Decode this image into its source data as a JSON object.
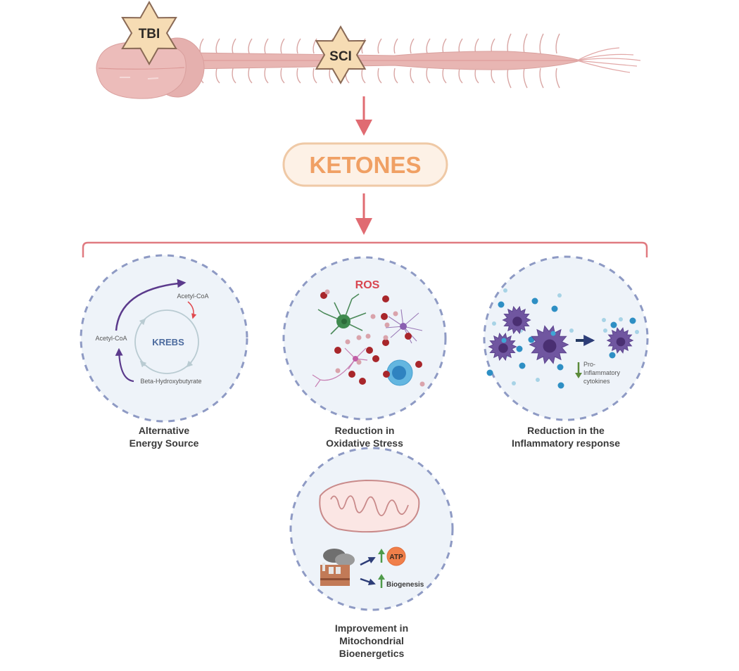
{
  "injury_sites": {
    "tbi": "TBI",
    "sci": "SCI"
  },
  "central_node": {
    "label": "KETONES"
  },
  "colors": {
    "tissue_pink": "#e8b6b3",
    "arrow_red": "#e06b72",
    "ketone_text": "#f0a064",
    "ketone_fill": "#fdf1e6",
    "ketone_border": "#efc9a6",
    "circle_fill": "#eef3f9",
    "circle_dash": "#8e9ac4",
    "star_fill": "#f6dcb4",
    "star_border": "#8a6a56"
  },
  "effects": [
    {
      "id": "energy",
      "title_lines": [
        "Alternative",
        "Energy Source"
      ],
      "content": {
        "center_label": "KREBS",
        "acetyl_coa_top": "Acetyl-CoA",
        "acetyl_coa_left": "Acetyl-CoA",
        "source": "Beta-Hydroxybutyrate"
      }
    },
    {
      "id": "oxidative",
      "title_lines": [
        "Reduction in",
        "Oxidative Stress"
      ],
      "content": {
        "header": "ROS"
      }
    },
    {
      "id": "inflammatory",
      "title_lines": [
        "Reduction in the",
        "Inflammatory response"
      ],
      "content": {
        "note_lines": [
          "Pro-",
          "Inflammatory",
          "cytokines"
        ],
        "note_direction": "decrease"
      }
    },
    {
      "id": "mitochondrial",
      "title_lines": [
        "Improvement in",
        "Mitochondrial",
        "Bioenergetics"
      ],
      "content": {
        "atp_label": "ATP",
        "atp_direction": "increase",
        "biogenesis_label": "Biogenesis",
        "biogenesis_direction": "increase"
      }
    }
  ]
}
